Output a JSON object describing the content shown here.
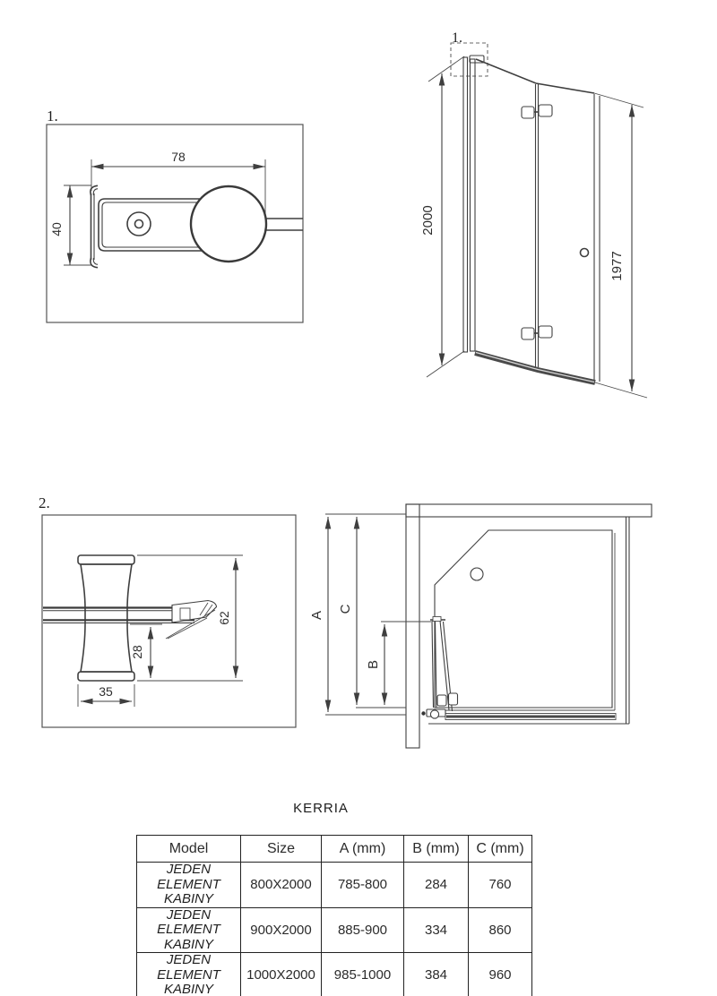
{
  "figures": {
    "detail_profile": {
      "label": "1.",
      "dims": {
        "width": "78",
        "height": "40"
      }
    },
    "front_view": {
      "label": "1.",
      "dims": {
        "total_height": "2000",
        "glass_height": "1977"
      }
    },
    "detail_handle": {
      "label": "2.",
      "dims": {
        "total_height": "62",
        "lower_height": "28",
        "base_width": "35"
      }
    },
    "top_view": {
      "dims": {
        "overall": "A",
        "fixed": "C",
        "door": "B"
      }
    }
  },
  "table": {
    "title": "KERRIA",
    "columns": [
      "Model",
      "Size",
      "A (mm)",
      "B (mm)",
      "C (mm)"
    ],
    "rows": [
      {
        "model": "JEDEN ELEMENT KABINY",
        "size": "800X2000",
        "a": "785-800",
        "b": "284",
        "c": "760"
      },
      {
        "model": "JEDEN ELEMENT KABINY",
        "size": "900X2000",
        "a": "885-900",
        "b": "334",
        "c": "860"
      },
      {
        "model": "JEDEN ELEMENT KABINY",
        "size": "1000X2000",
        "a": "985-1000",
        "b": "384",
        "c": "960"
      }
    ]
  },
  "colors": {
    "line": "#3f3f3f",
    "dark_bar": "#4a4a4a",
    "table_border": "#222222"
  }
}
